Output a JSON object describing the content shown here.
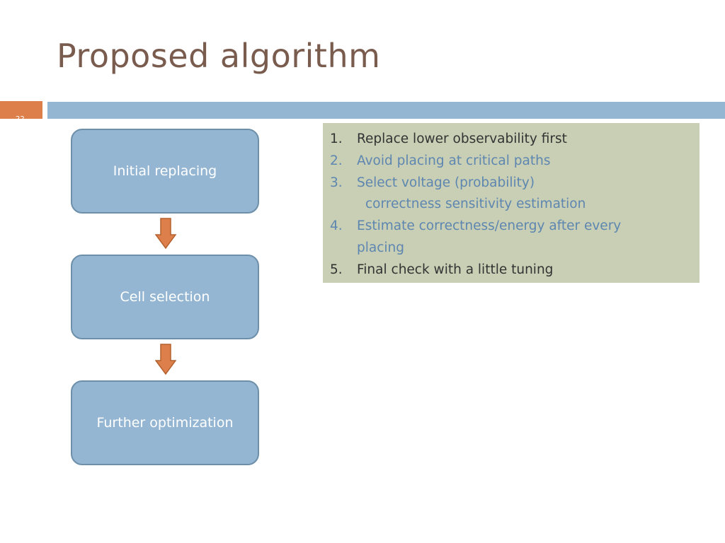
{
  "slide": {
    "title": "Proposed algorithm",
    "number": "22"
  },
  "colors": {
    "title": "#7a5c4f",
    "accent_orange": "#dd7f4a",
    "accent_blue": "#94b6d2",
    "box_border": "#6d8fa9",
    "arrow": "#dd7f4a",
    "panel_bg": "#c9cfb5",
    "text_dark": "#333333",
    "text_blue": "#5d86b0"
  },
  "flowchart": {
    "boxes": [
      {
        "label": "Initial replacing"
      },
      {
        "label": "Cell selection"
      },
      {
        "label": "Further optimization"
      }
    ]
  },
  "steps": [
    {
      "num": "1.",
      "lines": [
        "Replace lower observability first"
      ]
    },
    {
      "num": "2.",
      "lines": [
        "Avoid placing at critical paths"
      ]
    },
    {
      "num": "3.",
      "lines": [
        "Select voltage (probability)",
        "correctness sensitivity estimation"
      ]
    },
    {
      "num": "4.",
      "lines": [
        "Estimate correctness/energy after every",
        "placing"
      ]
    },
    {
      "num": "5.",
      "lines": [
        "Final check with a little tuning"
      ]
    }
  ]
}
